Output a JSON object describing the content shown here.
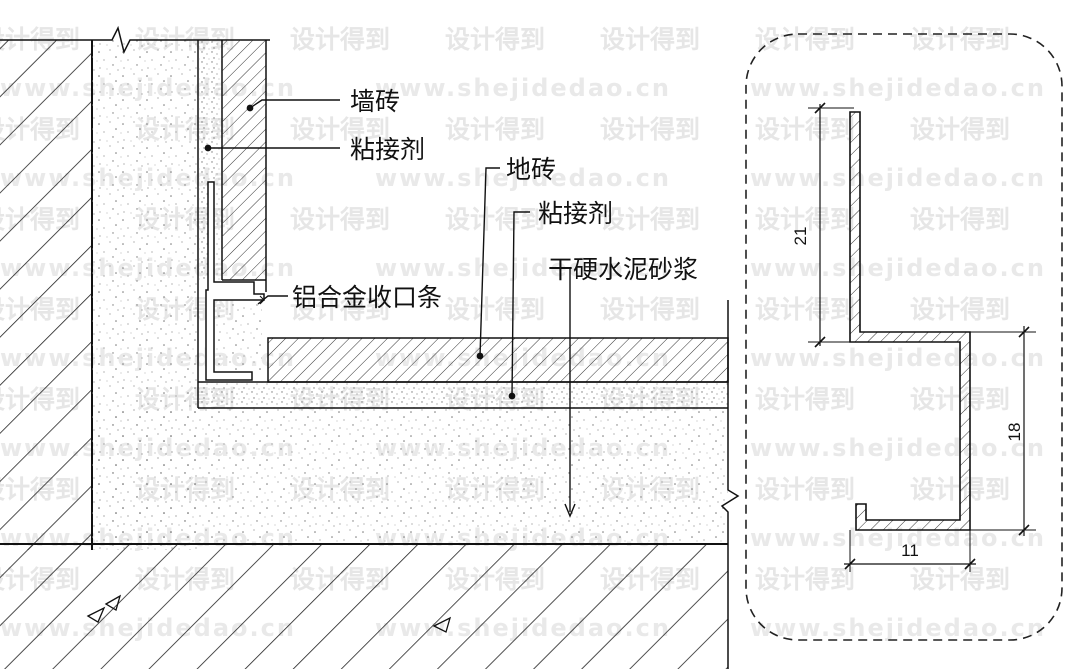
{
  "labels": {
    "wall_tile": "墙砖",
    "adhesive_wall": "粘接剂",
    "floor_tile": "地砖",
    "adhesive_floor": "粘接剂",
    "mortar": "干硬水泥砂浆",
    "trim_strip": "铝合金收口条"
  },
  "dimensions": {
    "top_height": "21",
    "bottom_height": "18",
    "width": "11"
  },
  "watermark": {
    "cn_text": "设计得到",
    "url_text": "www.shejidedao.cn"
  },
  "colors": {
    "line": "#111111",
    "watermark": "#e6e6e6"
  }
}
